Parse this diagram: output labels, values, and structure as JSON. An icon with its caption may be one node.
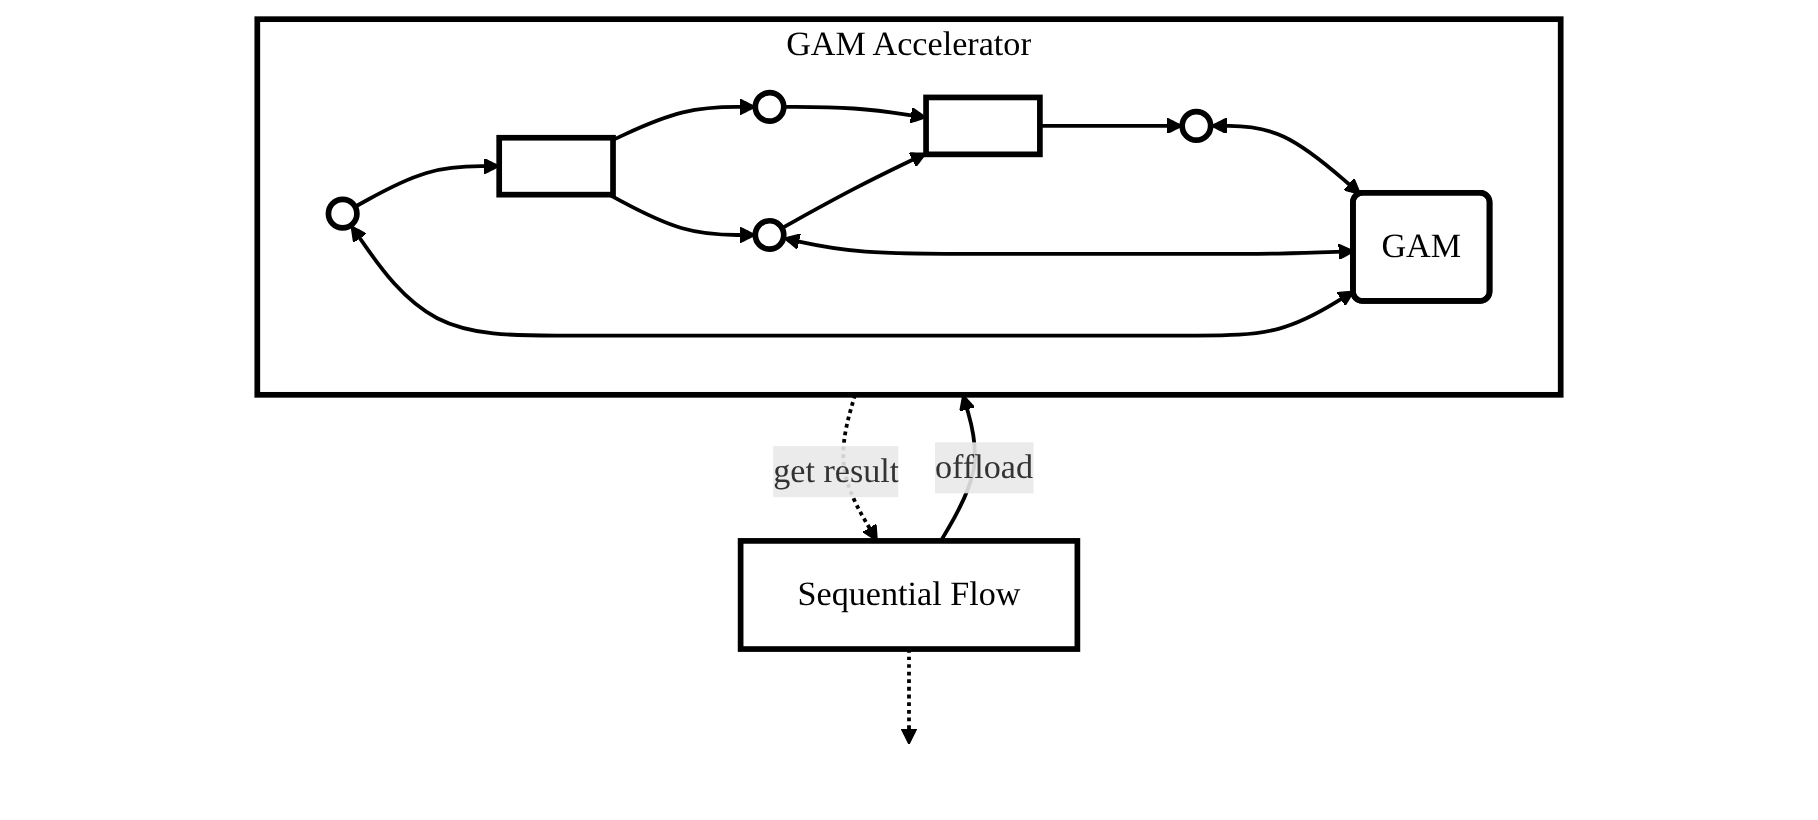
{
  "diagram": {
    "nodes": [
      {
        "text": [
          "Sequential Flow"
        ]
      },
      {
        "text": [
          "GAM Accelerator"
        ]
      },
      {
        "text": [],
        "shape": "circle",
        "in": 1
      },
      {
        "text": [],
        "shape": "box",
        "in": 1
      },
      {
        "text": [],
        "shape": "circle",
        "in": 1
      },
      {
        "text": [],
        "shape": "circle",
        "in": 1
      },
      {
        "text": [],
        "shape": "box",
        "in": 1
      },
      {
        "text": [],
        "shape": "circle",
        "in": 1
      },
      {
        "text": [
          "GAM"
        ],
        "in": 1
      }
    ],
    "edges": [
      {
        "from": 0,
        "to": null,
        "arrow": "to",
        "style": "dashed"
      },
      {
        "from": 0,
        "to": 1,
        "arrow": "to",
        "label": "offload"
      },
      {
        "from": 1,
        "to": 0,
        "arrow": "to",
        "label": "get result",
        "style": "dashed"
      },
      {
        "from": 2,
        "to": 3,
        "arrow": "to"
      },
      {
        "from": 3,
        "to": 4,
        "arrow": "to"
      },
      {
        "from": 3,
        "to": 5,
        "arrow": "to"
      },
      {
        "from": 4,
        "to": 6,
        "arrow": "to"
      },
      {
        "from": 5,
        "to": 6,
        "arrow": "to"
      },
      {
        "from": 6,
        "to": 7,
        "arrow": "to"
      },
      {
        "from": 2,
        "to": 8,
        "arrow": "both"
      },
      {
        "from": 5,
        "to": 8,
        "arrow": "both"
      },
      {
        "from": 7,
        "to": 8,
        "arrow": "both"
      }
    ]
  }
}
